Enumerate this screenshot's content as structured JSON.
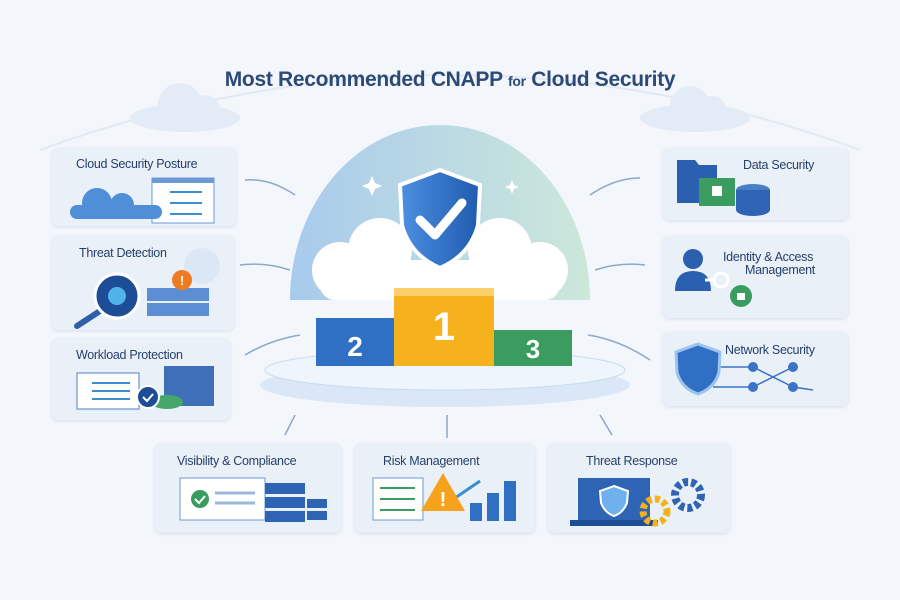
{
  "title": {
    "part1": "Most Recommended CNAPP ",
    "part2": "for",
    "part3": " Cloud Security"
  },
  "podium": {
    "first": "1",
    "second": "2",
    "third": "3"
  },
  "left_cards": [
    {
      "label": "Cloud Security Posture",
      "icon": "cloud-checklist-icon"
    },
    {
      "label": "Threat Detection",
      "icon": "magnifier-bug-icon"
    },
    {
      "label": "Workload Protection",
      "icon": "workload-check-icon"
    }
  ],
  "right_cards": [
    {
      "label": "Data Security",
      "icon": "folder-lock-database-icon"
    },
    {
      "label_line1": "Identity & Access",
      "label_line2": "Management",
      "icon": "user-key-icon"
    },
    {
      "label": "Network Security",
      "icon": "shield-network-icon"
    }
  ],
  "bottom_cards": [
    {
      "label": "Visibility & Compliance",
      "icon": "dashboard-servers-icon"
    },
    {
      "label": "Risk Management",
      "icon": "warning-chart-icon"
    },
    {
      "label": "Threat Response",
      "icon": "laptop-gears-icon"
    }
  ],
  "colors": {
    "blue": "#2f6fc4",
    "gold": "#f6b21c",
    "green": "#3a9c5e",
    "title": "#2c4a78"
  }
}
